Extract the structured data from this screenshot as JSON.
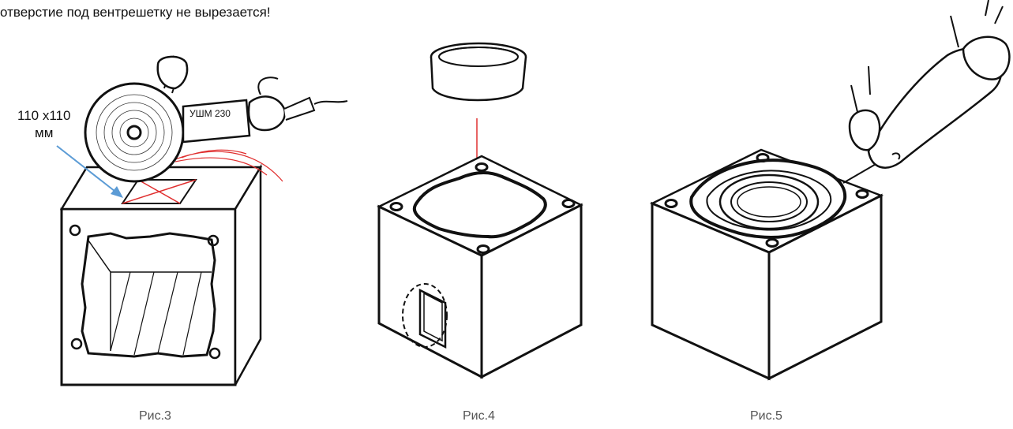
{
  "note": "отверстие под вентрешетку не вырезается!",
  "fig3": {
    "caption": "Рис.3",
    "dimension_line1": "110 х110",
    "dimension_line2": "мм",
    "tool_label": "УШМ 230"
  },
  "fig4": {
    "caption": "Рис.4"
  },
  "fig5": {
    "caption": "Рис.5"
  },
  "colors": {
    "arrow_blue": "#5b9bd5",
    "cut_red": "#e03030",
    "line": "#111111"
  }
}
